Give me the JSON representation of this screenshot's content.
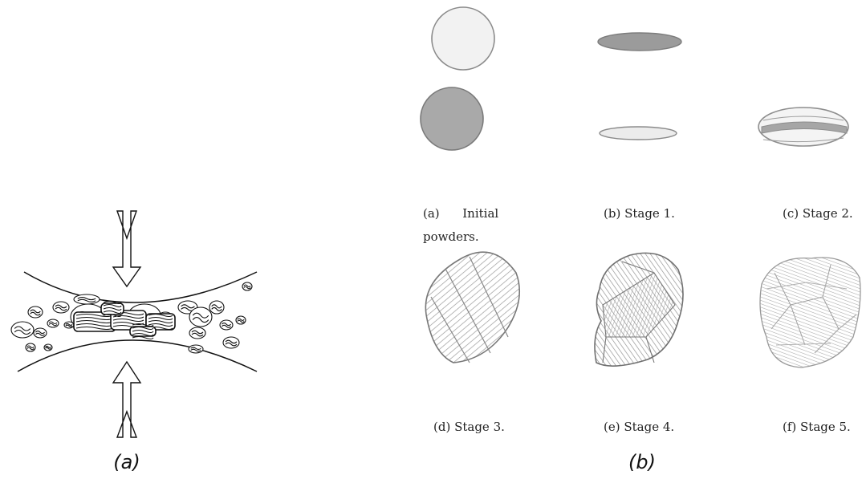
{
  "panels": {
    "a_label": "(a)",
    "b_label": "(b)"
  },
  "stages": [
    {
      "id": "a",
      "caption_line1": "(a)      Initial",
      "caption_line2": "powders."
    },
    {
      "id": "b",
      "caption": "(b) Stage 1."
    },
    {
      "id": "c",
      "caption": "(c) Stage 2."
    },
    {
      "id": "d",
      "caption": "(d) Stage 3."
    },
    {
      "id": "e",
      "caption": "(e) Stage 4."
    },
    {
      "id": "f",
      "caption": "(f) Stage 5."
    }
  ],
  "colors": {
    "ink": "#111111",
    "pencil": "#8a8a8a",
    "pencil_dark": "#6e6e6e",
    "pencil_light": "#d6d6d6"
  }
}
